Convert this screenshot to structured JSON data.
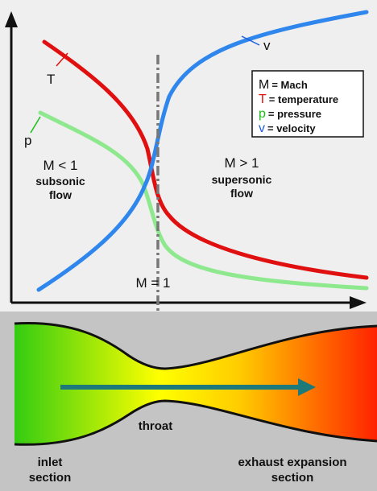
{
  "diagram": {
    "curves": {
      "temperature_label": "T",
      "pressure_label": "p",
      "velocity_label": "v"
    },
    "regions": {
      "subsonic": {
        "condition": "M < 1",
        "line1": "subsonic",
        "line2": "flow"
      },
      "supersonic": {
        "condition": "M > 1",
        "line1": "supersonic",
        "line2": "flow"
      },
      "throat_marker": "M = 1"
    },
    "legend": [
      {
        "symbol": "M",
        "text": "= Mach",
        "color": "#111111"
      },
      {
        "symbol": "T",
        "text": "= temperature",
        "color": "#e01010"
      },
      {
        "symbol": "p",
        "text": "= pressure",
        "color": "#19c019"
      },
      {
        "symbol": "v",
        "text": "= velocity",
        "color": "#1f5fe0"
      }
    ],
    "nozzle": {
      "throat_label": "throat",
      "inlet_label_line1": "inlet",
      "inlet_label_line2": "section",
      "exhaust_label_line1": "exhaust expansion",
      "exhaust_label_line2": "section"
    },
    "colors": {
      "temperature": "#e01010",
      "pressure": "#8ee88e",
      "velocity": "#2f86ec",
      "arrow": "#1e7a7a",
      "nozzle_inlet": "#33cc11",
      "nozzle_throat": "#ffff00",
      "nozzle_exit": "#ff2200"
    }
  }
}
